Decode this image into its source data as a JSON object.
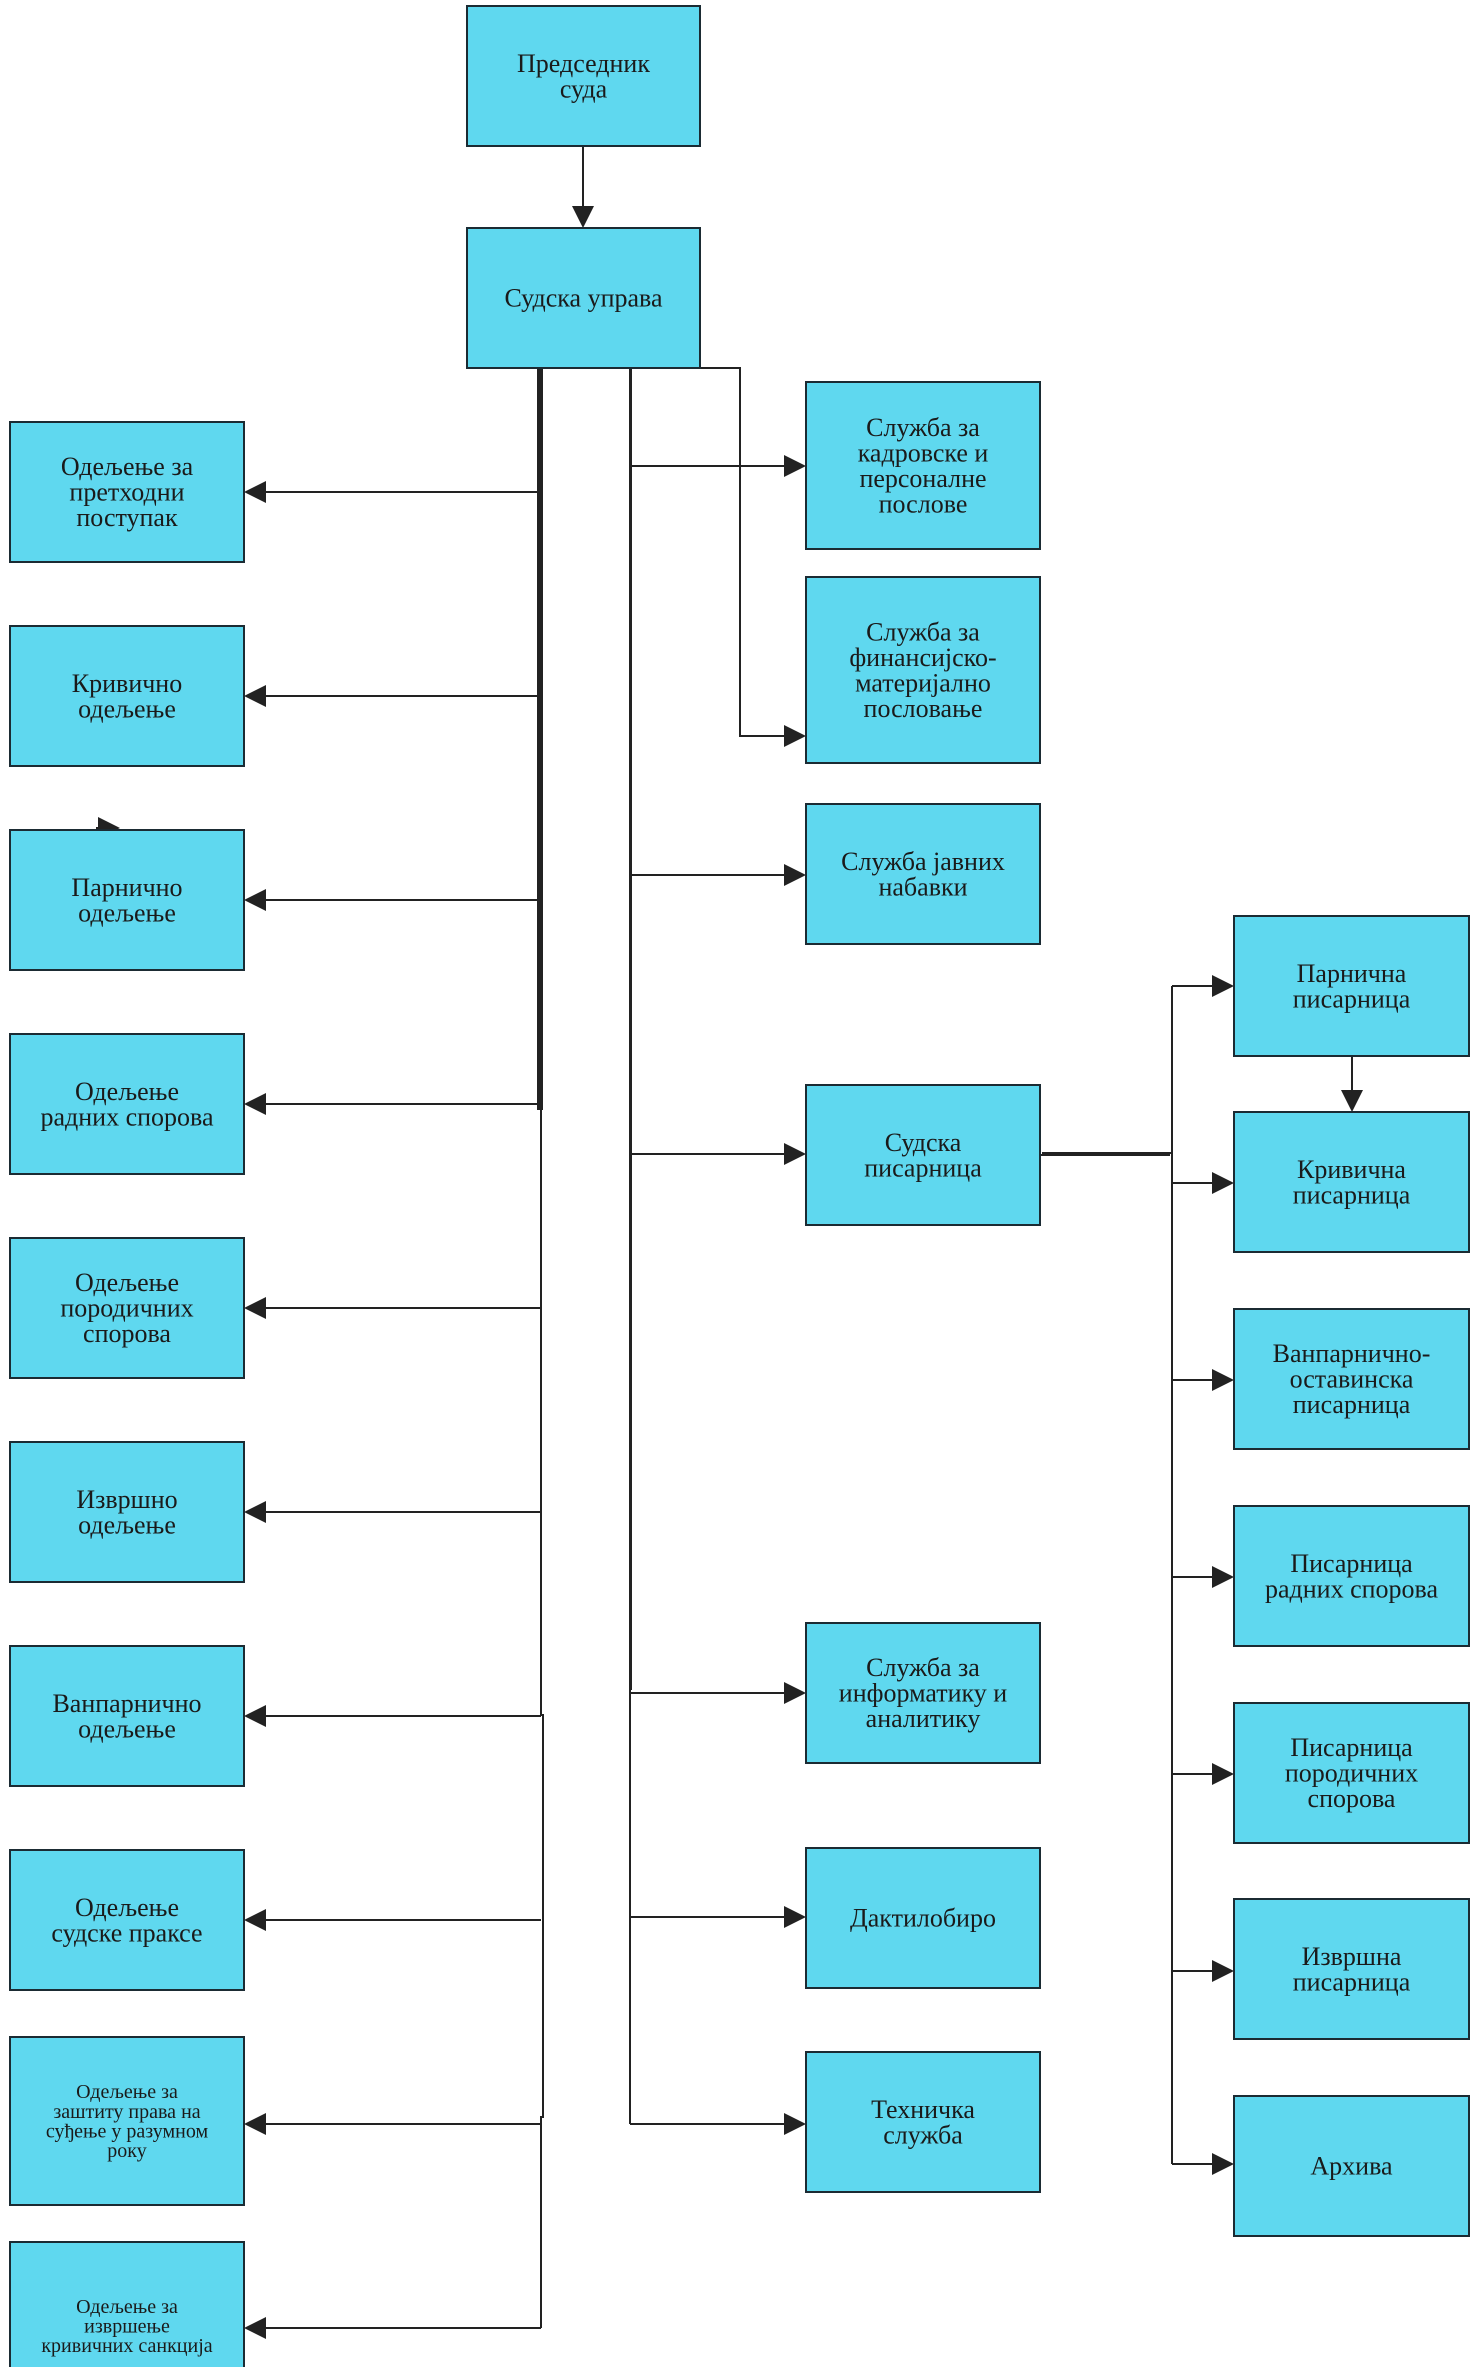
{
  "nodes": {
    "president": "Председник\nсуда",
    "admin": "Судска управа",
    "left": [
      "Одељење за\nпретходни\nпоступак",
      "Кривично\nодељење",
      "Парнично\nодељење",
      "Одељење\nрадних спорова",
      "Одељење\nпородичних\nспорова",
      "Извршно\nодељење",
      "Ванпарнично\nодељење",
      "Одељење\nсудске праксе",
      "Одељење за\nзаштиту права на\nсуђење у разумном\nроку",
      "Одељење за\nизвршење\nкривичних санкција"
    ],
    "middle": [
      "Служба за\nкадровске и\nперсоналне\nпослове",
      "Служба за\nфинансијско-\nматеријално\nпословање",
      "Служба јавних\nнабавки",
      "Судска\nписарница",
      "Служба за\nинформатику и\nаналитику",
      "Дактилобиро",
      "Техничка\nслужба"
    ],
    "right": [
      "Парнична\nписарница",
      "Кривична\nписарница",
      "Ванпарнично-\nоставинска\nписарница",
      "Писарница\nрадних спорова",
      "Писарница\nпородичних\nспорова",
      "Извршна\nписарница",
      "Архива"
    ]
  },
  "colors": {
    "box_fill": "#5fd8ef",
    "box_border": "#1b2b33",
    "line": "#222222"
  }
}
